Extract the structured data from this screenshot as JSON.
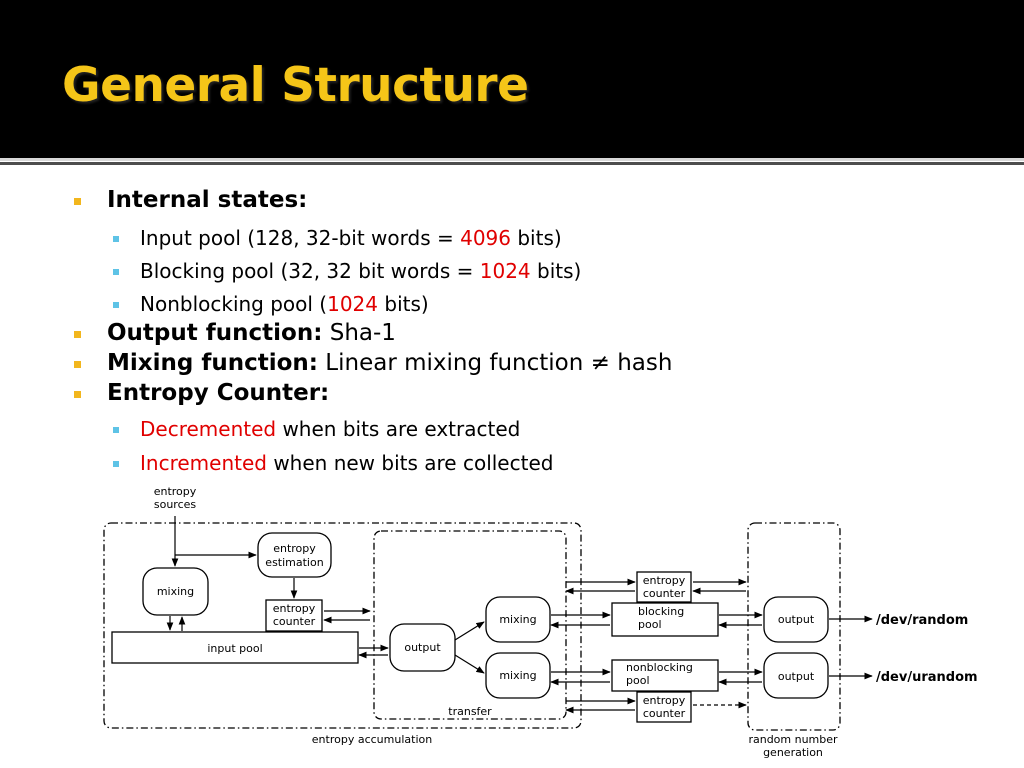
{
  "slide": {
    "title": "General Structure",
    "colors": {
      "title": "#f5c518",
      "highlight": "#e00000",
      "bullet_l1": "#f2b61d",
      "bullet_l2": "#5ec3e6"
    }
  },
  "bullets": {
    "internal_states": {
      "label": "Internal states:",
      "items": [
        {
          "pre": "Input pool (128, 32-bit words = ",
          "hl": "4096",
          "post": " bits)"
        },
        {
          "pre": "Blocking pool (32, 32 bit words = ",
          "hl": "1024",
          "post": " bits)"
        },
        {
          "pre": "Nonblocking pool (",
          "hl": "1024",
          "post": " bits)"
        }
      ]
    },
    "output_function": {
      "label": "Output function:",
      "value": " Sha-1"
    },
    "mixing_function": {
      "label": "Mixing function:",
      "value": " Linear mixing function ≠ hash"
    },
    "entropy_counter": {
      "label": "Entropy Counter:",
      "items": [
        {
          "hl": "Decremented",
          "post": " when bits are extracted"
        },
        {
          "hl": "Incremented",
          "post": " when new bits are collected"
        }
      ]
    }
  },
  "diagram": {
    "entropy_sources": [
      "entropy",
      "sources"
    ],
    "mixing": "mixing",
    "entropy_estimation": [
      "entropy",
      "estimation"
    ],
    "entropy_counter": [
      "entropy",
      "counter"
    ],
    "input_pool": "input pool",
    "output": "output",
    "blocking_pool": [
      "blocking",
      "pool"
    ],
    "nonblocking_pool": [
      "nonblocking",
      "pool"
    ],
    "transfer": "transfer",
    "entropy_accumulation": "entropy accumulation",
    "random_number_generation": [
      "random number",
      "generation"
    ],
    "dev_random": "/dev/random",
    "dev_urandom": "/dev/urandom"
  }
}
